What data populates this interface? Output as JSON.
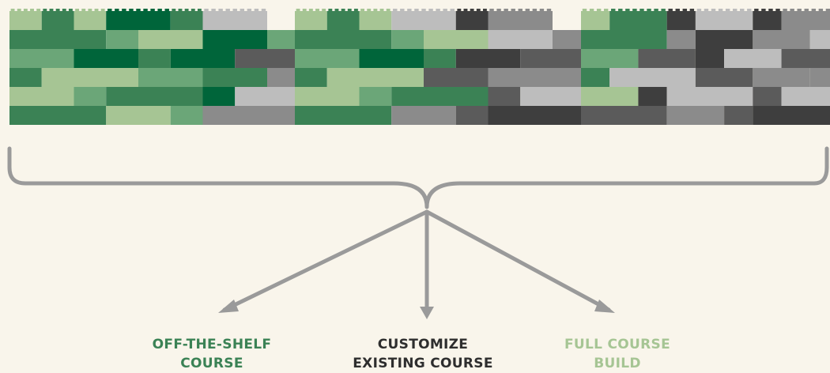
{
  "colors": {
    "background": "#f9f5eb",
    "connector": "#9a9a9a",
    "off_the_shelf": "#3b8255",
    "customize": "#2e2e2e",
    "full_build": "#a6c594"
  },
  "panels": [
    {
      "name": "off-the-shelf",
      "rows": [
        [
          [
            "lg",
            1
          ],
          [
            "mg",
            1
          ],
          [
            "lg",
            1
          ],
          [
            "dg",
            2
          ],
          [
            "mg",
            1
          ],
          [
            "l3",
            2
          ]
        ],
        [
          [
            "mg",
            3
          ],
          [
            "mg2",
            1
          ],
          [
            "lg",
            2
          ],
          [
            "dg",
            2
          ],
          [
            "mg2",
            1
          ]
        ],
        [
          [
            "mg2",
            2
          ],
          [
            "dg",
            2
          ],
          [
            "mg",
            1
          ],
          [
            "dg",
            2
          ],
          [
            "g2",
            2
          ]
        ],
        [
          [
            "mg",
            1
          ],
          [
            "lg",
            3
          ],
          [
            "mg2",
            2
          ],
          [
            "mg",
            2
          ],
          [
            "g3",
            1
          ]
        ],
        [
          [
            "lg",
            2
          ],
          [
            "mg2",
            1
          ],
          [
            "mg",
            3
          ],
          [
            "dg",
            1
          ],
          [
            "l3",
            2
          ]
        ],
        [
          [
            "mg",
            3
          ],
          [
            "lg",
            2
          ],
          [
            "mg2",
            1
          ],
          [
            "g3",
            3
          ]
        ]
      ]
    },
    {
      "name": "customize",
      "rows": [
        [
          [
            "lg",
            1
          ],
          [
            "mg",
            1
          ],
          [
            "lg",
            1
          ],
          [
            "l3",
            2
          ],
          [
            "g1",
            1
          ],
          [
            "g3",
            2
          ]
        ],
        [
          [
            "mg",
            3
          ],
          [
            "mg2",
            1
          ],
          [
            "lg",
            2
          ],
          [
            "l3",
            2
          ],
          [
            "g3",
            1
          ]
        ],
        [
          [
            "mg2",
            2
          ],
          [
            "dg",
            2
          ],
          [
            "mg",
            1
          ],
          [
            "g1",
            2
          ],
          [
            "g2",
            2
          ]
        ],
        [
          [
            "mg",
            1
          ],
          [
            "lg",
            3
          ],
          [
            "g2",
            2
          ],
          [
            "g3",
            2
          ],
          [
            "g3",
            1
          ]
        ],
        [
          [
            "lg",
            2
          ],
          [
            "mg2",
            1
          ],
          [
            "mg",
            3
          ],
          [
            "g2",
            1
          ],
          [
            "l3",
            2
          ]
        ],
        [
          [
            "mg",
            3
          ],
          [
            "g3",
            2
          ],
          [
            "g2",
            1
          ],
          [
            "g1",
            3
          ]
        ]
      ]
    },
    {
      "name": "full-build",
      "rows": [
        [
          [
            "lg",
            1
          ],
          [
            "mg",
            2
          ],
          [
            "g1",
            1
          ],
          [
            "l3",
            2
          ],
          [
            "g1",
            1
          ],
          [
            "g3",
            2
          ]
        ],
        [
          [
            "mg",
            3
          ],
          [
            "g3",
            1
          ],
          [
            "g1",
            2
          ],
          [
            "g3",
            2
          ],
          [
            "l3",
            1
          ]
        ],
        [
          [
            "mg2",
            2
          ],
          [
            "g2",
            2
          ],
          [
            "g1",
            1
          ],
          [
            "l3",
            2
          ],
          [
            "g2",
            2
          ]
        ],
        [
          [
            "mg",
            1
          ],
          [
            "l3",
            3
          ],
          [
            "g2",
            2
          ],
          [
            "g3",
            2
          ],
          [
            "g3",
            1
          ]
        ],
        [
          [
            "lg",
            2
          ],
          [
            "g1",
            1
          ],
          [
            "l3",
            3
          ],
          [
            "g2",
            1
          ],
          [
            "l3",
            2
          ]
        ],
        [
          [
            "g2",
            3
          ],
          [
            "g3",
            2
          ],
          [
            "g2",
            1
          ],
          [
            "g1",
            3
          ]
        ]
      ]
    }
  ],
  "options": [
    {
      "line1": "OFF-THE-SHELF",
      "line2": "COURSE",
      "color_key": "off_the_shelf"
    },
    {
      "line1": "CUSTOMIZE",
      "line2": "EXISTING COURSE",
      "color_key": "customize"
    },
    {
      "line1": "FULL COURSE",
      "line2": "BUILD",
      "color_key": "full_build"
    }
  ]
}
